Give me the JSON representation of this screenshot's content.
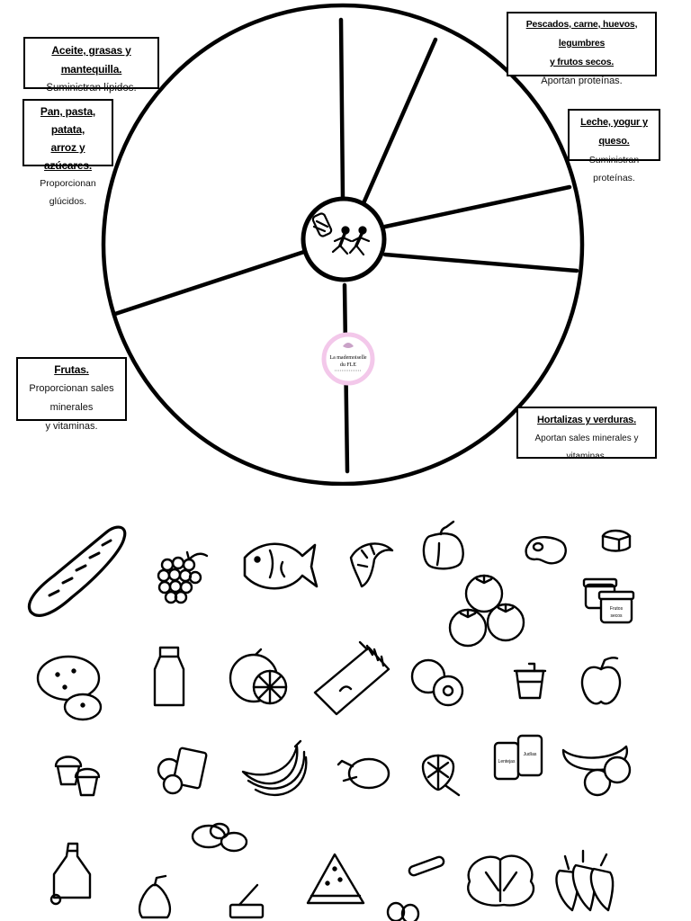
{
  "categories": [
    {
      "id": "fats",
      "title": "Aceite, grasas y mantequilla.",
      "title_lines": [
        "Aceite, grasas y mantequilla."
      ],
      "desc_lines": [
        "Suministran lípidos."
      ]
    },
    {
      "id": "carbs",
      "title": "Pan, pasta, patata, arroz y azúcares.",
      "title_lines": [
        "Pan, pasta, patata,",
        "arroz y azúcares."
      ],
      "desc_lines": [
        "Proporcionan glúcidos."
      ]
    },
    {
      "id": "protein",
      "title": "Pescados, carne, huevos, legumbres y frutos secos.",
      "title_lines": [
        "Pescados, carne, huevos, legumbres",
        "y frutos secos."
      ],
      "desc_lines": [
        "Aportan proteínas."
      ]
    },
    {
      "id": "dairy",
      "title": "Leche, yogur y queso.",
      "title_lines": [
        "Leche, yogur y queso."
      ],
      "desc_lines": [
        "Suministran proteínas."
      ]
    },
    {
      "id": "fruits",
      "title": "Frutas.",
      "title_lines": [
        "Frutas."
      ],
      "desc_lines": [
        "Proporcionan sales minerales",
        "y vitaminas."
      ]
    },
    {
      "id": "veg",
      "title": "Hortalizas y verduras.",
      "title_lines": [
        "Hortalizas y verduras."
      ],
      "desc_lines": [
        "Aportan sales minerales y vitaminas."
      ]
    }
  ],
  "watermark": {
    "line1": "La mademoiselle",
    "line2": "du FLE"
  },
  "icon_labels": {
    "nuts": [
      "Frutos",
      "secos"
    ],
    "lentils": "Lentejas",
    "beans": "Judías"
  },
  "center_icon": "runners-with-water-bottle-icon"
}
